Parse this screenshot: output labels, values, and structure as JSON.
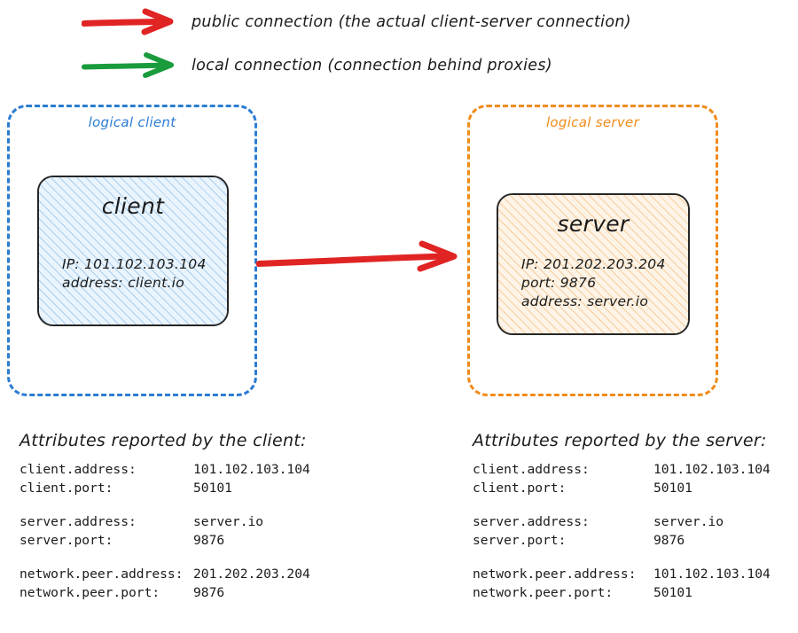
{
  "colors": {
    "public_arrow": "#e02424",
    "local_arrow": "#1a9b3c",
    "client_accent": "#2b7cd3",
    "server_accent": "#f08c1a",
    "node_border": "#262626",
    "text": "#1b1b1b"
  },
  "legend": [
    {
      "icon": "red-arrow-right-icon",
      "color": "#e02424",
      "label": "public connection (the actual client-server connection)"
    },
    {
      "icon": "green-arrow-right-icon",
      "color": "#1a9b3c",
      "label": "local connection (connection behind proxies)"
    }
  ],
  "diagram": {
    "client_container": {
      "title": "logical client",
      "node": {
        "title": "client",
        "lines": [
          "IP: 101.102.103.104",
          "address: client.io"
        ]
      }
    },
    "server_container": {
      "title": "logical server",
      "node": {
        "title": "server",
        "lines": [
          "IP: 201.202.203.204",
          "port: 9876",
          "address: server.io"
        ]
      }
    },
    "connection": {
      "icon": "red-arrow-right-icon",
      "color": "#e02424"
    }
  },
  "attributes": {
    "client": {
      "heading": "Attributes reported by the client:",
      "groups": [
        [
          {
            "key": "client.address:",
            "value": "101.102.103.104"
          },
          {
            "key": "client.port:",
            "value": "50101"
          }
        ],
        [
          {
            "key": "server.address:",
            "value": "server.io"
          },
          {
            "key": "server.port:",
            "value": "9876"
          }
        ],
        [
          {
            "key": "network.peer.address:",
            "value": "201.202.203.204"
          },
          {
            "key": "network.peer.port:",
            "value": "9876"
          }
        ]
      ]
    },
    "server": {
      "heading": "Attributes reported by the server:",
      "groups": [
        [
          {
            "key": "client.address:",
            "value": "101.102.103.104"
          },
          {
            "key": "client.port:",
            "value": "50101"
          }
        ],
        [
          {
            "key": "server.address:",
            "value": "server.io"
          },
          {
            "key": "server.port:",
            "value": "9876"
          }
        ],
        [
          {
            "key": "network.peer.address:",
            "value": "101.102.103.104"
          },
          {
            "key": "network.peer.port:",
            "value": "50101"
          }
        ]
      ]
    }
  }
}
